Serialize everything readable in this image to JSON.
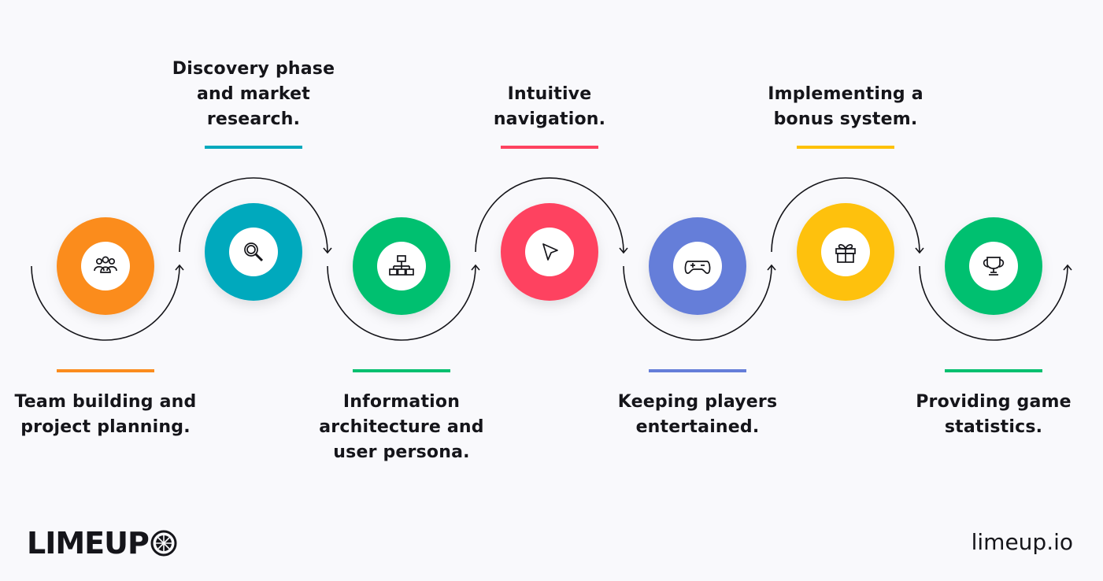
{
  "steps": [
    {
      "label": "Team building and project planning.",
      "color": "#fb8c1e",
      "icon": "team-icon"
    },
    {
      "label": "Discovery phase and market research.",
      "color": "#05a9bd",
      "icon": "search-icon"
    },
    {
      "label": "Information architecture and user persona.",
      "color": "#06c070",
      "icon": "sitemap-icon"
    },
    {
      "label": "Intuitive navigation.",
      "color": "#fe4360",
      "icon": "cursor-icon"
    },
    {
      "label": "Keeping players entertained.",
      "color": "#657ed9",
      "icon": "gamepad-icon"
    },
    {
      "label": "Implementing a bonus system.",
      "color": "#fec107",
      "icon": "gift-icon"
    },
    {
      "label": "Providing game statistics.",
      "color": "#06c070",
      "icon": "trophy-icon"
    }
  ],
  "brand": {
    "logo_text": "LIMEUP",
    "url": "limeup.io"
  }
}
